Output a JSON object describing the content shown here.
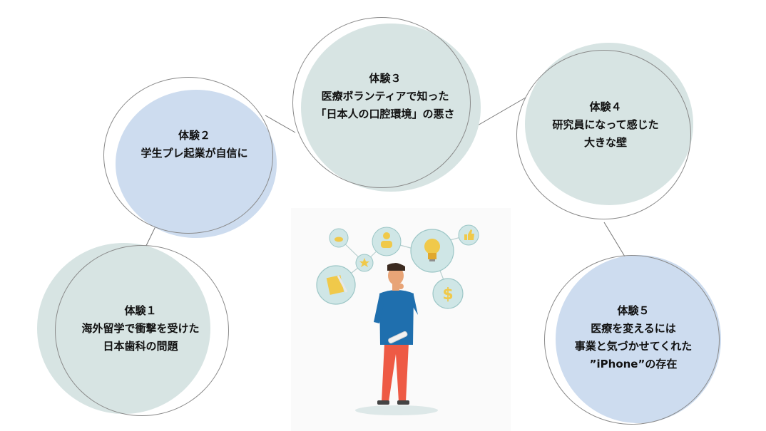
{
  "colors": {
    "teal": "#d7e4e3",
    "blue": "#cddcef",
    "ring": "#8a8a8a",
    "text": "#111111"
  },
  "nodes": [
    {
      "id": "exp1",
      "title": "体験１",
      "lines": [
        "海外留学で衝撃を受けた",
        "日本歯科の問題"
      ]
    },
    {
      "id": "exp2",
      "title": "体験２",
      "lines": [
        "学生プレ起業が自信に"
      ]
    },
    {
      "id": "exp3",
      "title": "体験３",
      "lines": [
        "医療ボランティアで知った",
        "「日本人の口腔環境」の悪さ"
      ]
    },
    {
      "id": "exp4",
      "title": "体験４",
      "lines": [
        "研究員になって感じた",
        "大きな壁"
      ]
    },
    {
      "id": "exp5",
      "title": "体験５",
      "lines": [
        "医療を変えるには",
        "事業と気づかせてくれた",
        "”iPhone”の存在"
      ]
    }
  ]
}
